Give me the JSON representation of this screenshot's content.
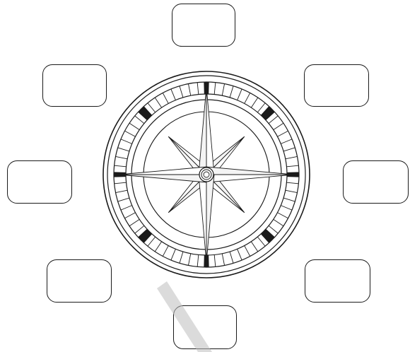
{
  "diagram": {
    "type": "compass-rose-worksheet",
    "line_color": "#1a1a1a",
    "background_color": "#ffffff",
    "watermark_color": "#bdbdbd",
    "blank_boxes": [
      {
        "id": "n",
        "text": ""
      },
      {
        "id": "nw",
        "text": ""
      },
      {
        "id": "ne",
        "text": ""
      },
      {
        "id": "w",
        "text": ""
      },
      {
        "id": "e",
        "text": ""
      },
      {
        "id": "sw",
        "text": ""
      },
      {
        "id": "se",
        "text": ""
      },
      {
        "id": "s",
        "text": ""
      }
    ],
    "compass": {
      "rose_points": 8,
      "bezel_ticks": 64,
      "cardinal_markers": 4,
      "intercardinal_markers": 4
    }
  }
}
